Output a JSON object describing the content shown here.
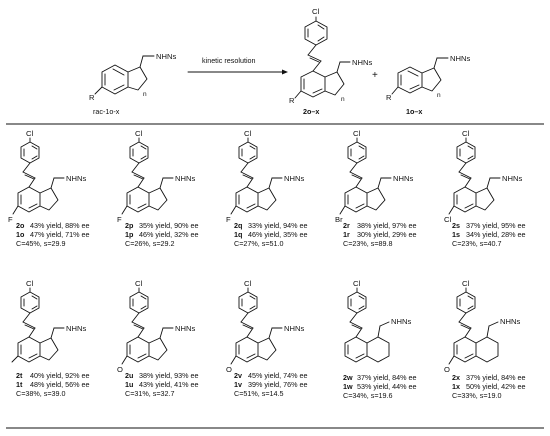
{
  "scheme": {
    "start_label": "rac-1o-x",
    "arrow_label": "kinetic resolution",
    "product_label": "2o–x",
    "recovered_label": "1o–x",
    "plus": "+",
    "atoms": {
      "cl": "Cl",
      "nhns": "NHNs",
      "r": "R",
      "n": "n"
    }
  },
  "entries": [
    {
      "sub": "F",
      "ring": "ind",
      "p_id": "2o",
      "p_text": "43% yield, 88% ee",
      "r_id": "1o",
      "r_text": "47% yield, 71% ee",
      "cs": "C=45%, s=29.9"
    },
    {
      "sub": "F",
      "ring": "ind",
      "p_id": "2p",
      "p_text": "35% yield, 90% ee",
      "r_id": "1p",
      "r_text": "46% yield, 32% ee",
      "cs": "C=26%, s=29.2"
    },
    {
      "sub": "F",
      "ring": "ind",
      "p_id": "2q",
      "p_text": "33% yield, 94% ee",
      "r_id": "1q",
      "r_text": "46% yield, 35% ee",
      "cs": "C=27%, s=51.0"
    },
    {
      "sub": "Br",
      "ring": "ind",
      "p_id": "2r",
      "p_text": "38% yield, 97% ee",
      "r_id": "1r",
      "r_text": "30% yield, 29% ee",
      "cs": "C=23%, s=89.8"
    },
    {
      "sub": "Cl",
      "ring": "ind",
      "p_id": "2s",
      "p_text": "37% yield, 95% ee",
      "r_id": "1s",
      "r_text": "34% yield, 28% ee",
      "cs": "C=23%, s=40.7"
    },
    {
      "sub": "",
      "ring": "ind",
      "p_id": "2t",
      "p_text": "40% yield, 92% ee",
      "r_id": "1t",
      "r_text": "48% yield, 56% ee",
      "cs": "C=38%, s=39.0"
    },
    {
      "sub": "O",
      "ring": "ind",
      "p_id": "2u",
      "p_text": "38% yield, 93% ee",
      "r_id": "1u",
      "r_text": "43% yield, 41% ee",
      "cs": "C=31%, s=32.7"
    },
    {
      "sub": "O",
      "ring": "ind",
      "p_id": "2v",
      "p_text": "45% yield, 74% ee",
      "r_id": "1v",
      "r_text": "39% yield, 76% ee",
      "cs": "C=51%, s=14.5"
    },
    {
      "sub": "",
      "ring": "thn",
      "p_id": "2w",
      "p_text": "37% yield, 84% ee",
      "r_id": "1w",
      "r_text": "53% yield, 44% ee",
      "cs": "C=34%, s=19.6"
    },
    {
      "sub": "O",
      "ring": "thn",
      "p_id": "2x",
      "p_text": "37% yield, 84% ee",
      "r_id": "1x",
      "r_text": "50% yield, 42% ee",
      "cs": "C=33%, s=19.0"
    }
  ]
}
